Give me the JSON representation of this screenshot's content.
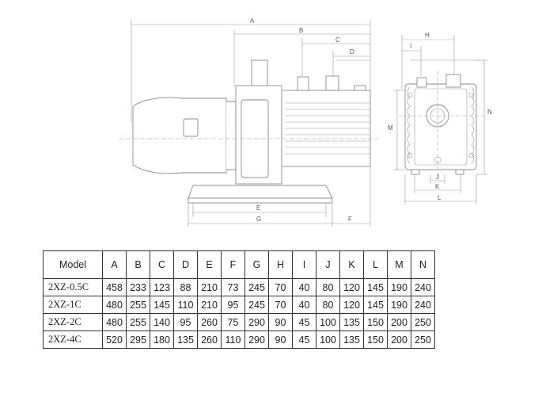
{
  "drawing": {
    "side_view_labels": {
      "A": "A",
      "B": "B",
      "C": "C",
      "D": "D",
      "E": "E",
      "F": "F",
      "G": "G"
    },
    "end_view_labels": {
      "H": "H",
      "I": "I",
      "J": "J",
      "K": "K",
      "L": "L",
      "M": "M",
      "N": "N"
    }
  },
  "table": {
    "header": [
      "Model",
      "A",
      "B",
      "C",
      "D",
      "E",
      "F",
      "G",
      "H",
      "I",
      "J",
      "K",
      "L",
      "M",
      "N"
    ],
    "rows": [
      {
        "model": "2XZ-0.5C",
        "values": [
          "458",
          "233",
          "123",
          "88",
          "210",
          "73",
          "245",
          "70",
          "40",
          "80",
          "120",
          "145",
          "190",
          "240"
        ]
      },
      {
        "model": "2XZ-1C",
        "values": [
          "480",
          "255",
          "145",
          "110",
          "210",
          "95",
          "245",
          "70",
          "40",
          "80",
          "120",
          "145",
          "190",
          "240"
        ]
      },
      {
        "model": "2XZ-2C",
        "values": [
          "480",
          "255",
          "140",
          "95",
          "260",
          "75",
          "290",
          "90",
          "45",
          "100",
          "135",
          "150",
          "200",
          "250"
        ]
      },
      {
        "model": "2XZ-4C",
        "values": [
          "520",
          "295",
          "180",
          "135",
          "260",
          "110",
          "290",
          "90",
          "45",
          "100",
          "135",
          "150",
          "200",
          "250"
        ]
      }
    ]
  }
}
